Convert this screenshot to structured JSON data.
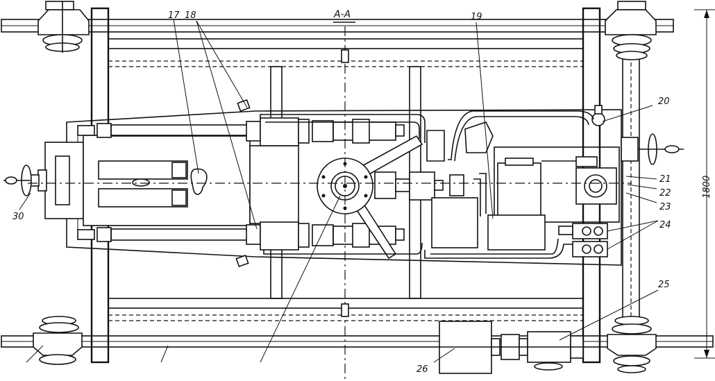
{
  "figure": {
    "section_label": "A-A",
    "dimension_label": "1800",
    "callouts": {
      "c17": "17",
      "c18": "18",
      "c19": "19",
      "c20": "20",
      "c21": "21",
      "c22": "22",
      "c23": "23",
      "c24": "24",
      "c25": "25",
      "c26": "26",
      "c30": "30"
    }
  }
}
